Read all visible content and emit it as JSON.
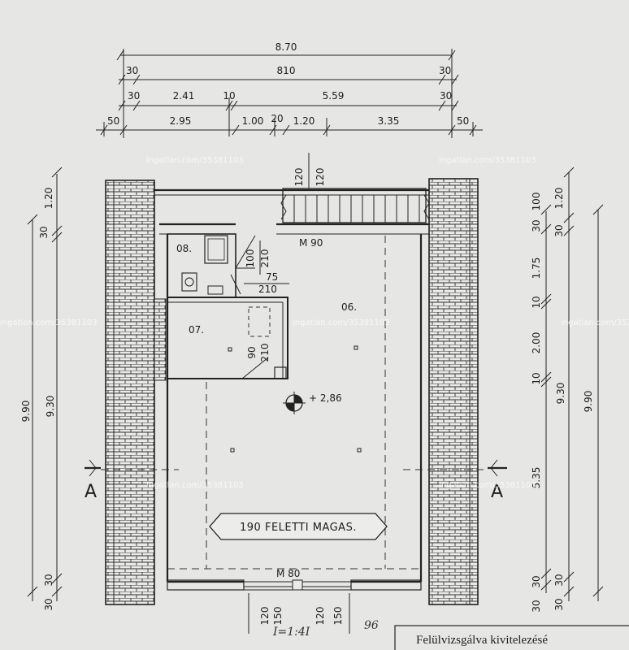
{
  "top_dimensions": {
    "row1": [
      "8.70"
    ],
    "row2": [
      "30",
      "810",
      "30"
    ],
    "row3": [
      "30",
      "2.41",
      "10",
      "5.59",
      "30"
    ],
    "row4": [
      "50",
      "2.95",
      "1.00",
      "20",
      "1.20",
      "3.35",
      "50"
    ]
  },
  "stair_dims": [
    "120",
    "120"
  ],
  "left_dimensions": {
    "inner": [
      "1.20",
      "30",
      "9.30",
      "30",
      "30"
    ],
    "outer": "9.90"
  },
  "right_dimensions": {
    "inner": [
      "100",
      "30",
      "1.75",
      "10",
      "2.00",
      "10",
      "5.35",
      "30",
      "30"
    ],
    "mid": [
      "1.20",
      "30",
      "9.30",
      "30",
      "30"
    ],
    "outer": "9.90"
  },
  "rooms": {
    "r08": "08.",
    "r07": "07.",
    "r06": "06."
  },
  "doors": {
    "m90": "M 90",
    "m80": "M 80",
    "d08_a": "100",
    "d08_b": "210",
    "d07_a": "75",
    "d07_b": "210",
    "d_stair_a": "90",
    "d_stair_b": "210"
  },
  "level_marker": "+ 2,86",
  "section_marker": "A",
  "note_label": "190 FELETTI MAGAS.",
  "bottom_dims": [
    "120",
    "150",
    "120",
    "150"
  ],
  "bottom_hand": [
    "I=1:4I",
    "96"
  ],
  "footer_text": "Felülvizsgálva kivitelezésé",
  "watermark": "ingatlan.com/35381103",
  "colors": {
    "line": "#222222",
    "paper": "#e6e6e4"
  }
}
